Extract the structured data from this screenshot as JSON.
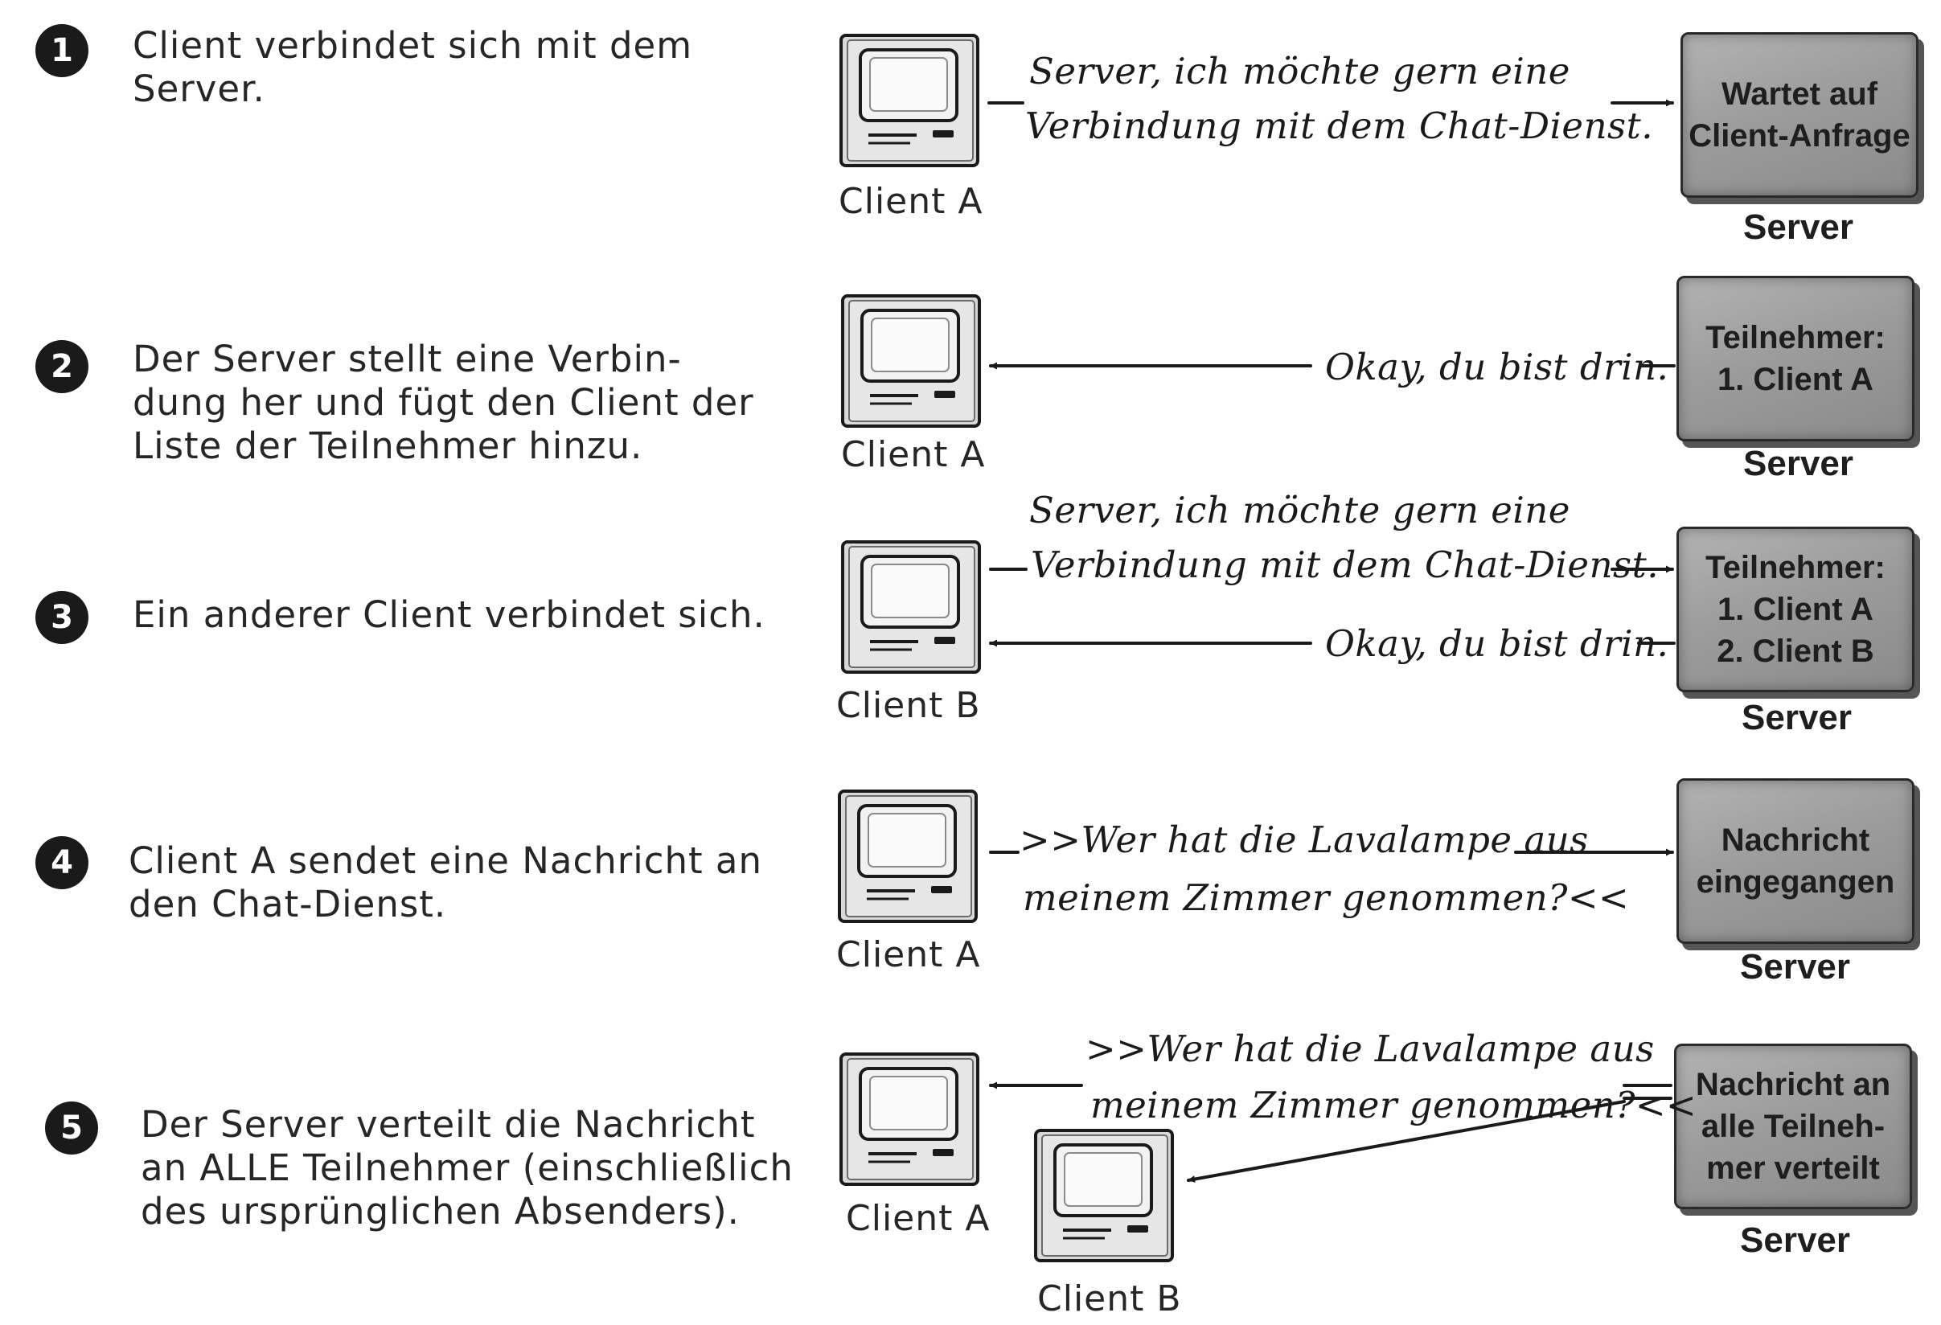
{
  "steps": [
    {
      "number": "1",
      "lines": [
        "Client verbindet sich mit dem",
        "Server."
      ]
    },
    {
      "number": "2",
      "lines": [
        "Der Server stellt eine Verbin-",
        "dung her und fügt den Client der",
        "Liste der Teilnehmer hinzu."
      ]
    },
    {
      "number": "3",
      "lines": [
        "Ein anderer Client verbindet sich."
      ]
    },
    {
      "number": "4",
      "lines": [
        "Client A sendet eine Nachricht an",
        "den Chat-Dienst."
      ]
    },
    {
      "number": "5",
      "lines": [
        "Der Server verteilt die Nachricht",
        "an ALLE Teilnehmer (einschließlich",
        "des ursprünglichen Absenders)."
      ]
    }
  ],
  "clients": {
    "row1": "Client A",
    "row2": "Client A",
    "row3": "Client B",
    "row4": "Client A",
    "row5a": "Client A",
    "row5b": "Client B"
  },
  "server_label": "Server",
  "server_boxes": {
    "row1": [
      "Wartet auf",
      "Client-Anfrage"
    ],
    "row2": [
      "Teilnehmer:",
      "1. Client A"
    ],
    "row3": [
      "Teilnehmer:",
      "1. Client A",
      "2. Client B"
    ],
    "row4": [
      "Nachricht",
      "eingegangen"
    ],
    "row5": [
      "Nachricht an",
      "alle Teilneh-",
      "mer verteilt"
    ]
  },
  "messages": {
    "connect_request": [
      "Server, ich möchte gern eine",
      "Verbindung mit dem Chat-Dienst."
    ],
    "okay": "Okay, du bist drin.",
    "chat_message": [
      ">>Wer hat die Lavalampe aus",
      "meinem Zimmer genommen?<<"
    ]
  }
}
